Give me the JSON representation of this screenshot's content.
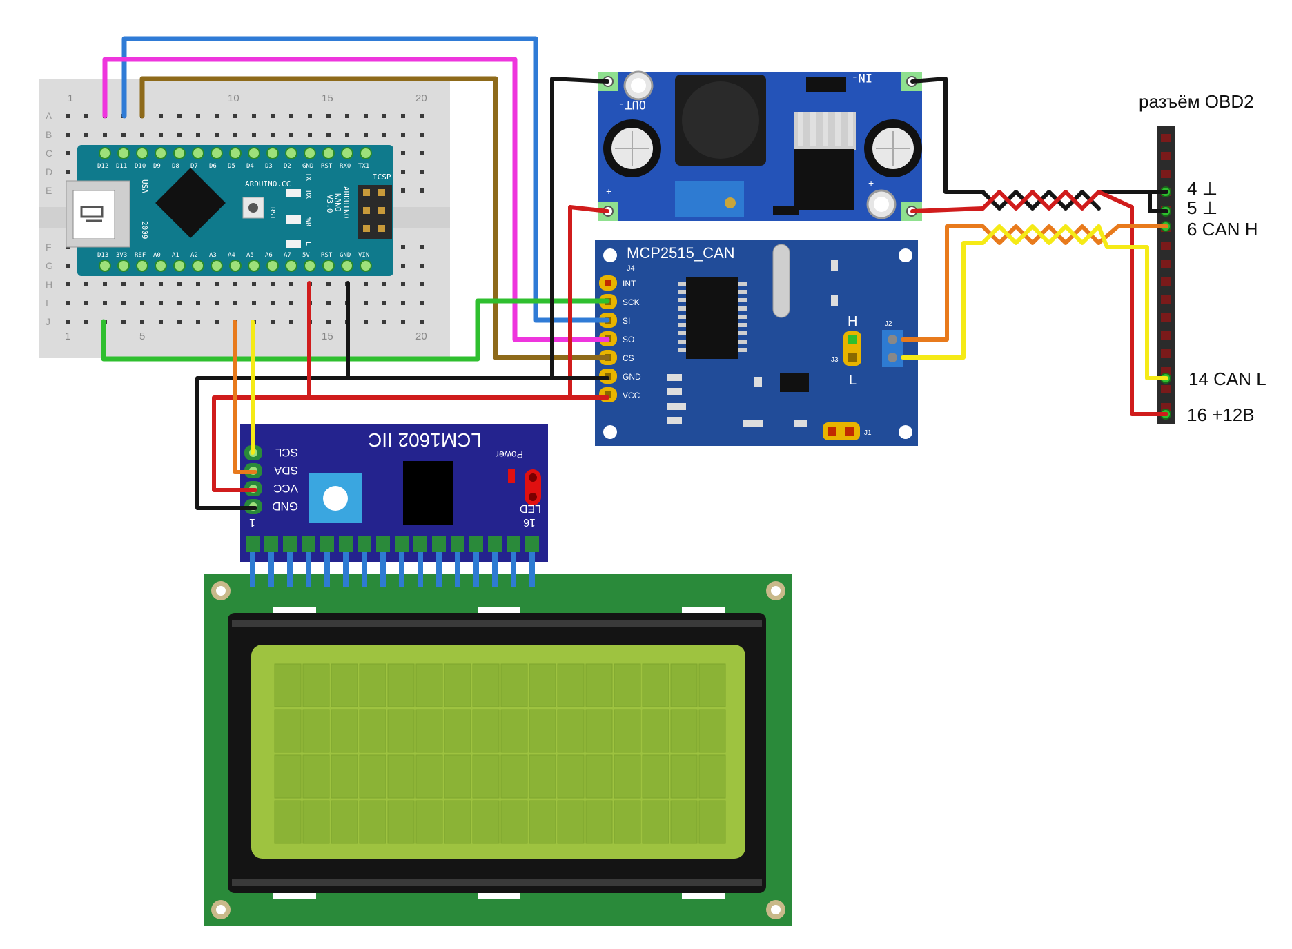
{
  "obd": {
    "title": "разъём OBD2",
    "pin4": "4 ⊥",
    "pin5": "5 ⊥",
    "pin6": "6 CAN H",
    "pin14": "14 CAN L",
    "pin16": "16 +12B"
  },
  "breadboard": {
    "rows": [
      "A",
      "B",
      "C",
      "D",
      "E",
      "F",
      "G",
      "H",
      "I",
      "J"
    ],
    "cols_top": [
      "1",
      "10",
      "15",
      "20"
    ],
    "cols_bottom": [
      "1",
      "5",
      "15",
      "20"
    ]
  },
  "nano": {
    "top_pins": [
      "D12",
      "D11",
      "D10",
      "D9",
      "D8",
      "D7",
      "D6",
      "D5",
      "D4",
      "D3",
      "D2",
      "GND",
      "RST",
      "RX0",
      "TX1"
    ],
    "bottom_pins": [
      "D13",
      "3V3",
      "REF",
      "A0",
      "A1",
      "A2",
      "A3",
      "A4",
      "A5",
      "A6",
      "A7",
      "5V",
      "RST",
      "GND",
      "VIN"
    ],
    "brand": "ARDUINO.CC",
    "model_lines": [
      "ARDUINO",
      "NANO",
      "V3.0"
    ],
    "icsp": "ICSP",
    "usa": "USA",
    "year": "2009",
    "rst": "RST",
    "leds": [
      "TX",
      "RX",
      "PWR",
      "L"
    ]
  },
  "stepdown": {
    "in_label": "IN-",
    "out_label": "OUT-",
    "plus1": "+",
    "plus2": "+"
  },
  "can": {
    "title": "MCP2515_CAN",
    "j4": "J4",
    "pins": [
      "INT",
      "SCK",
      "SI",
      "SO",
      "CS",
      "GND",
      "VCC"
    ],
    "h": "H",
    "l": "L",
    "j2": "J2",
    "j3": "J3",
    "j1": "J1"
  },
  "i2c": {
    "title": "LCM1602 IIC",
    "pins": [
      "SCL",
      "SDA",
      "VCC",
      "GND"
    ],
    "power": "Power",
    "led": "LED",
    "n1": "1",
    "n16": "16"
  },
  "colors": {
    "blue_wire": "#2f7bd6",
    "magenta_wire": "#ee35dd",
    "brown_wire": "#8e6a1a",
    "green_wire": "#2fbf2f",
    "red_wire": "#d01c1c",
    "black_wire": "#151515",
    "orange_wire": "#e87a1c",
    "yellow_wire": "#f5ea16",
    "lcd_green": "#2a8a3a",
    "lcd_screen": "#9ec340",
    "nano_teal": "#0f7a8c",
    "can_blue": "#214c99",
    "stepdown_blue": "#2453b8",
    "i2c_navy": "#24238e"
  }
}
